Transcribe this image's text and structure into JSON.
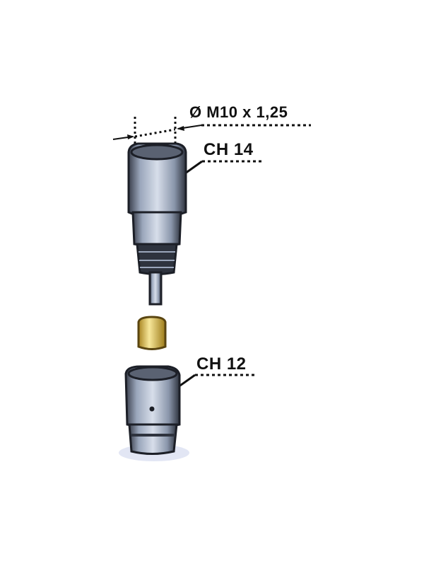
{
  "diagram": {
    "thread_label": "Ø M10 x 1,25",
    "upper_part_label": "CH 14",
    "lower_part_label": "CH 12",
    "colors": {
      "steel": "#b9c3d4",
      "steel_dark": "#2b2f3a",
      "brass": "#e2c04a",
      "line": "#111111"
    }
  }
}
